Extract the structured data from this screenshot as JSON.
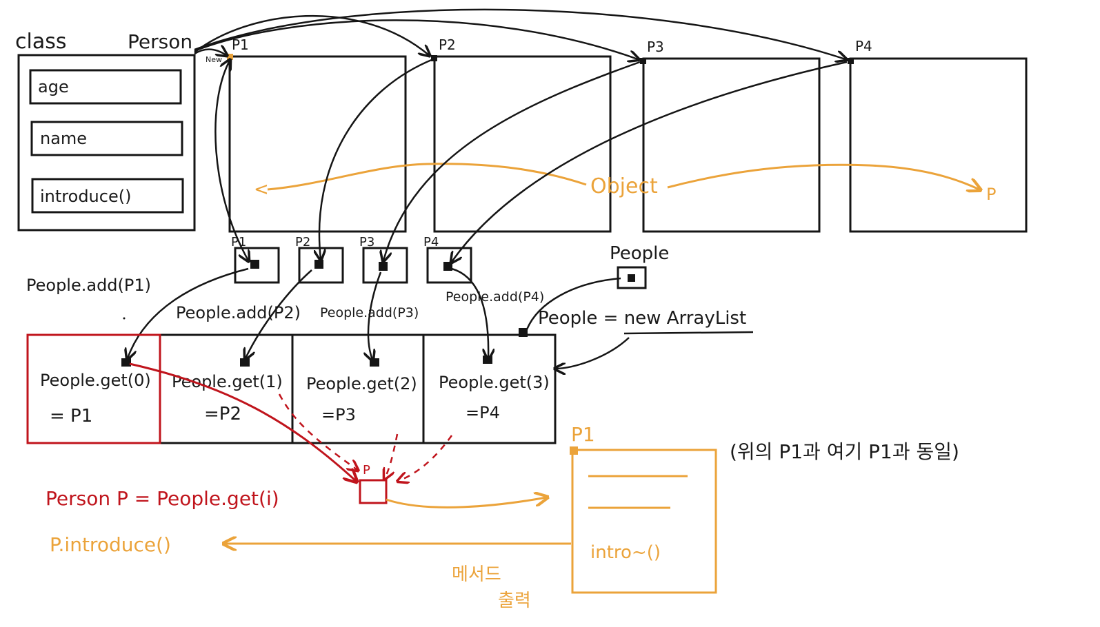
{
  "class_block": {
    "keyword": "class",
    "name": "Person",
    "fields": [
      "age",
      "name",
      "introduce()"
    ]
  },
  "objects": {
    "labels": [
      "P1",
      "P2",
      "P3",
      "P4"
    ],
    "new_label": "New",
    "object_label": "Object",
    "left_end": "<",
    "right_end": "P"
  },
  "ref_boxes": [
    "P1",
    "P2",
    "P3",
    "P4"
  ],
  "people_var": {
    "label": "People",
    "assign": "People = new ArrayList"
  },
  "add_calls": [
    "People.add(P1)",
    "People.add(P2)",
    "People.add(P3)",
    "People.add(P4)"
  ],
  "list_cells": [
    {
      "call": "People.get(0)",
      "value": "= P1"
    },
    {
      "call": "People.get(1)",
      "value": "=P2"
    },
    {
      "call": "People.get(2)",
      "value": "=P3"
    },
    {
      "call": "People.get(3)",
      "value": "=P4"
    }
  ],
  "loop_var": {
    "box_label": "P",
    "statement": "Person P = People.get(i)",
    "call": "P.introduce()"
  },
  "p1_detail": {
    "label": "P1",
    "method": "intro~()",
    "note": "(위의 P1과 여기 P1과 동일)",
    "caption_line1": "메서드",
    "caption_line2": "출력"
  },
  "colors": {
    "ink": "#151515",
    "red": "#c0141c",
    "orange": "#eba33a"
  }
}
